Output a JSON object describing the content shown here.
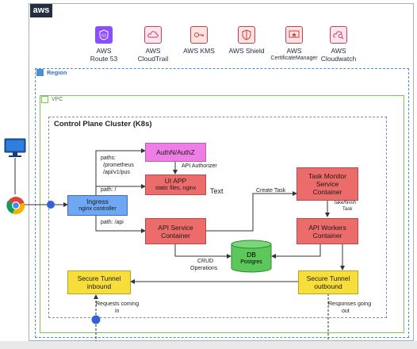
{
  "aws_logo": "aws",
  "services": [
    {
      "label_line1": "AWS",
      "label_line2": "Route 53",
      "icon": "route53-icon",
      "color": "#8c4fff"
    },
    {
      "label_line1": "AWS",
      "label_line2": "CloudTrail",
      "icon": "cloudtrail-icon",
      "color": "#e7157b"
    },
    {
      "label_line1": "AWS KMS",
      "label_line2": "",
      "icon": "kms-icon",
      "color": "#dd344c"
    },
    {
      "label_line1": "AWS Shield",
      "label_line2": "",
      "icon": "shield-icon",
      "color": "#dd344c"
    },
    {
      "label_line1": "AWS",
      "label_line2": "CertificateManager",
      "icon": "certificate-icon",
      "color": "#dd344c"
    },
    {
      "label_line1": "AWS",
      "label_line2": "Cloudwatch",
      "icon": "cloudwatch-icon",
      "color": "#e7157b"
    }
  ],
  "region_label": "Region",
  "vpc_label": "VPC",
  "cluster_title": "Control Plane Cluster (K8s)",
  "nodes": {
    "authn": {
      "title": "AuthN/AuthZ",
      "sub": ""
    },
    "ui_app": {
      "title": "UI APP",
      "sub": "static files, nginx"
    },
    "ingress": {
      "title": "Ingress",
      "sub": "nginx controller"
    },
    "api_service": {
      "title": "API Service",
      "sub": "Container"
    },
    "task_monitor": {
      "title": "Task Monitor",
      "sub": "Service",
      "sub2": "Container"
    },
    "api_workers": {
      "title": "API Workers",
      "sub": "Container"
    },
    "db": {
      "title": "DB",
      "sub": "Postgres"
    },
    "tunnel_in": {
      "title": "Secure Tunnel",
      "sub": "inbound"
    },
    "tunnel_out": {
      "title": "Secure Tunnel",
      "sub": "outbound"
    }
  },
  "edge_labels": {
    "paths_prom_1": "paths:",
    "paths_prom_2": "/prometheus",
    "paths_prom_3": "/api/v1/pus",
    "path_root": "path: /",
    "path_api": "path: /api",
    "api_authorizer": "API Authorizer",
    "text": "Text",
    "create_task": "Create Task",
    "take_finish_1": "take/finish",
    "take_finish_2": "Task",
    "crud_1": "CRUD",
    "crud_2": "Operations",
    "requests_1": "Requests coming",
    "requests_2": "in",
    "responses_1": "Responses going",
    "responses_2": "out"
  },
  "colors": {
    "red": "#ec6b6b",
    "pink": "#ee7ee6",
    "blue": "#6ea8f2",
    "yellow": "#f7de3a",
    "db_green": "#5cc85c",
    "region_border": "#4a8fd6",
    "vpc_border": "#7bc65c"
  }
}
